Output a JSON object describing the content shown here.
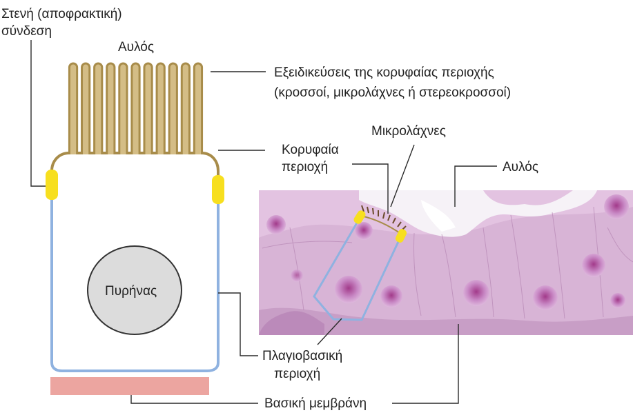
{
  "labels": {
    "tight_junction_line1": "Στενή (αποφρακτική)",
    "tight_junction_line2": "σύνδεση",
    "lumen_top": "Αυλός",
    "apical_spec_line1": "Εξειδικεύσεις της κορυφαίας περιοχής",
    "apical_spec_line2": "(κροσσοί, μικρολάχνες ή στερεοκροσσοί)",
    "microvilli": "Μικρολάχνες",
    "apical_region_line1": "Κορυφαία",
    "apical_region_line2": "περιοχή",
    "lumen_micrograph": "Αυλός",
    "nucleus": "Πυρήνας",
    "basolateral_line1": "Πλαγιοβασική",
    "basolateral_line2": "περιοχή",
    "basement_membrane": "Βασική μεμβράνη"
  },
  "colors": {
    "apical_membrane": "#a88c4a",
    "microvilli_fill": "#d4bd86",
    "tight_junction": "#f7df1f",
    "basolateral_membrane": "#8fb2e0",
    "nucleus_fill": "#dcdcdc",
    "basement_membrane": "#eca5a0",
    "tissue_base": "#d8b4d6"
  }
}
